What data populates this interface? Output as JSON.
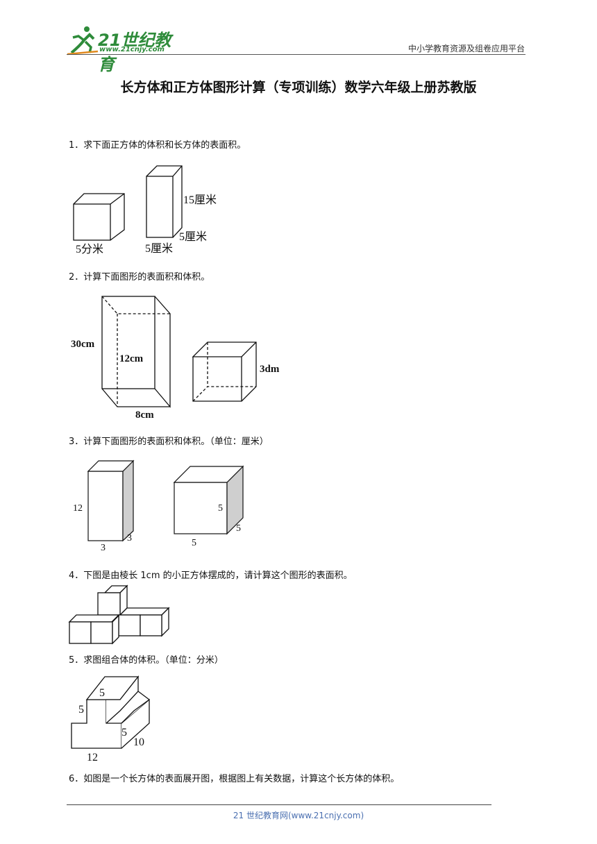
{
  "header": {
    "logo_text": "21世纪教育",
    "logo_url": "www.21cnjy.com",
    "tagline": "中小学教育资源及组卷应用平台"
  },
  "title": "长方体和正方体图形计算（专项训练）数学六年级上册苏教版",
  "questions": [
    {
      "text": "1．求下面正方体的体积和长方体的表面积。"
    },
    {
      "text": "2．计算下面图形的表面积和体积。"
    },
    {
      "text": "3．计算下面图形的表面积和体积。（单位：厘米）"
    },
    {
      "text": "4．下图是由棱长 1cm 的小正方体摆成的，请计算这个图形的表面积。"
    },
    {
      "text": "5．求图组合体的体积。（单位：分米）"
    },
    {
      "text": "6．如图是一个长方体的表面展开图，根据图上有关数据，计算这个长方体的体积。"
    }
  ],
  "figures": {
    "q1": {
      "cube_edge": "5分米",
      "prism_height": "15厘米",
      "prism_depth": "5厘米",
      "prism_width": "5厘米"
    },
    "q2": {
      "prism_height": "30cm",
      "prism_depth": "12cm",
      "prism_width": "8cm",
      "cube_edge": "3dm"
    },
    "q3": {
      "prism_height": "12",
      "prism_width": "3",
      "prism_depth": "3",
      "cube_height": "5",
      "cube_width": "5",
      "cube_depth": "5"
    },
    "q5": {
      "top_width": "5",
      "top_height": "5",
      "mid_height": "5",
      "depth": "10",
      "base_width": "12"
    }
  },
  "footer": "21 世纪教育网(www.21cnjy.com)"
}
